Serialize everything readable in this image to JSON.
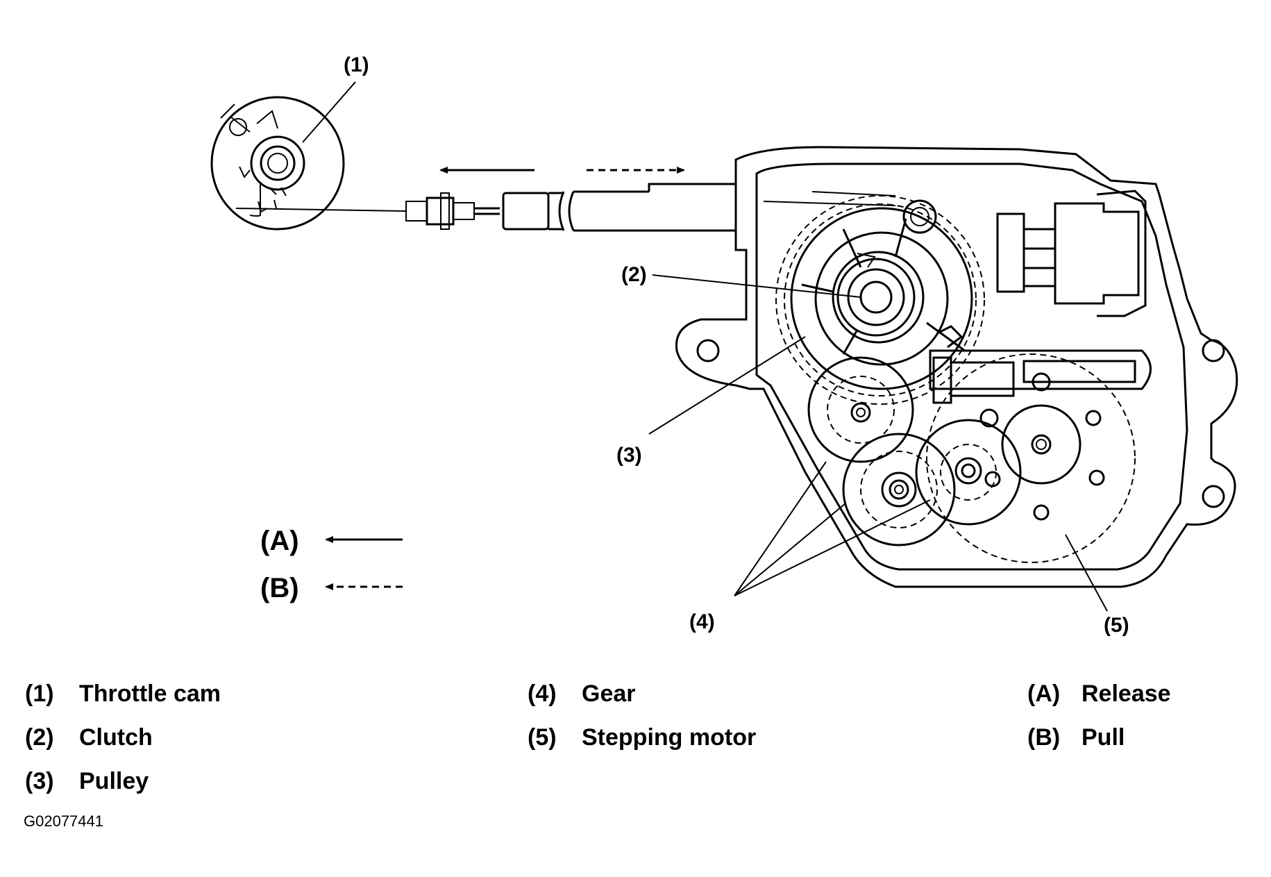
{
  "callouts": {
    "c1": "(1)",
    "c2": "(2)",
    "c3": "(3)",
    "c4": "(4)",
    "c5": "(5)",
    "cA": "(A)",
    "cB": "(B)"
  },
  "legend": [
    {
      "key": "(1)",
      "text": "Throttle cam"
    },
    {
      "key": "(2)",
      "text": "Clutch"
    },
    {
      "key": "(3)",
      "text": "Pulley"
    },
    {
      "key": "(4)",
      "text": "Gear"
    },
    {
      "key": "(5)",
      "text": "Stepping motor"
    },
    {
      "key": "(A)",
      "text": "Release"
    },
    {
      "key": "(B)",
      "text": "Pull"
    }
  ],
  "figure_code": "G02077441"
}
